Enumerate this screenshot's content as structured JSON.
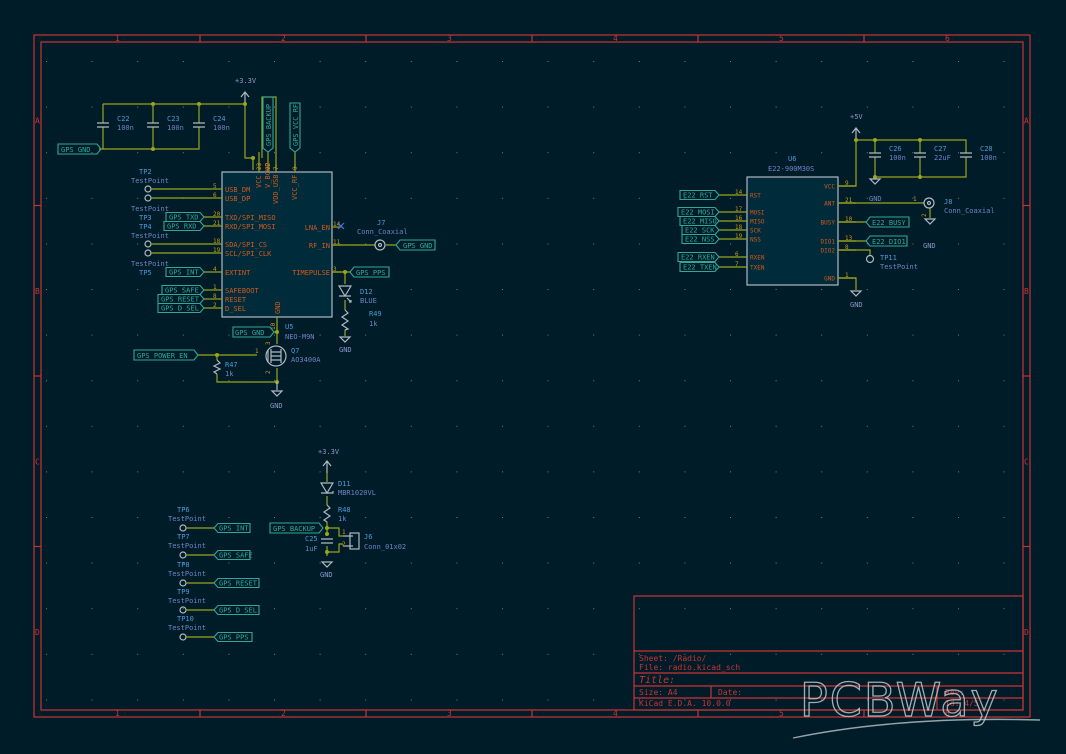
{
  "frame": {
    "columns": [
      "1",
      "2",
      "3",
      "4",
      "5",
      "6"
    ],
    "rows": [
      "A",
      "B",
      "C",
      "D"
    ]
  },
  "title_block": {
    "sheet": "Sheet: /Radio/",
    "file": "File: radio.kicad_sch",
    "title": "Title:",
    "size": "Size: A4",
    "date": "Date:",
    "rev": "Rev:",
    "kicad": "KiCad E.D.A. 10.0.0",
    "id": "Id: 4/5"
  },
  "watermark": "PCBWay",
  "gps": {
    "power_3v3": "+3.3V",
    "caps": [
      {
        "ref": "C22",
        "value": "100n"
      },
      {
        "ref": "C23",
        "value": "100n"
      },
      {
        "ref": "C24",
        "value": "100n"
      }
    ],
    "gps_gnd_label": "GPS_GND",
    "top_labels": [
      "GPS_BACKUP",
      "GPS_VCC_RF"
    ],
    "module": {
      "ref": "U5",
      "value": "NEO-M9N",
      "top_pins": [
        {
          "num": "23",
          "name": "VCC"
        },
        {
          "num": "22",
          "name": "V_BCKP"
        },
        {
          "num": "7",
          "name": "VDD_USB"
        },
        {
          "num": "9",
          "name": "VCC_RF"
        }
      ],
      "left_pins": [
        {
          "num": "5",
          "name": "USB_DM"
        },
        {
          "num": "6",
          "name": "USB_DP"
        },
        {
          "num": "20",
          "name": "TXD/SPI_MISO"
        },
        {
          "num": "21",
          "name": "RXD/SPI_MOSI"
        },
        {
          "num": "18",
          "name": "SDA/SPI_CS"
        },
        {
          "num": "19",
          "name": "SCL/SPI_CLK"
        },
        {
          "num": "4",
          "name": "EXTINT"
        },
        {
          "num": "1",
          "name": "SAFEBOOT"
        },
        {
          "num": "8",
          "name": "RESET"
        },
        {
          "num": "2",
          "name": "D_SEL"
        }
      ],
      "right_pins": [
        {
          "num": "14",
          "name": "LNA_EN"
        },
        {
          "num": "11",
          "name": "RF_IN"
        },
        {
          "num": "3",
          "name": "TIMEPULSE"
        }
      ],
      "bottom_pin": {
        "num": "10",
        "name": "GND"
      }
    },
    "testpoints_left": [
      {
        "ref": "TP2",
        "value": "TestPoint"
      },
      {
        "ref": "TP3",
        "value": "TestPoint"
      },
      {
        "ref": "TP4",
        "value": "TestPoint"
      },
      {
        "ref": "TP5",
        "value": "TestPoint"
      }
    ],
    "left_labels": [
      "GPS_TXD",
      "GPS_RXD",
      "GPS_INT",
      "GPS_SAFE",
      "GPS_RESET",
      "GPS_D_SEL"
    ],
    "antenna": {
      "ref": "J7",
      "value": "Conn_Coaxial",
      "label": "GPS_GND"
    },
    "pps_label": "GPS_PPS",
    "led": {
      "ref": "D12",
      "value": "BLUE"
    },
    "led_res": {
      "ref": "R49",
      "value": "1k"
    },
    "gnd": "GND",
    "switch_gnd_label": "GPS_GND",
    "power_en_label": "GPS_POWER_EN",
    "mosfet": {
      "ref": "Q7",
      "value": "AO3400A",
      "pins": [
        "1",
        "3",
        "2"
      ]
    },
    "gate_res": {
      "ref": "R47",
      "value": "1k"
    }
  },
  "backup": {
    "power_3v3": "+3.3V",
    "diode": {
      "ref": "D11",
      "value": "MBR1020VL"
    },
    "res": {
      "ref": "R48",
      "value": "1k"
    },
    "label": "GPS_BACKUP",
    "cap": {
      "ref": "C25",
      "value": "1uF"
    },
    "conn": {
      "ref": "J6",
      "value": "Conn_01x02",
      "pins": [
        "1",
        "2"
      ]
    },
    "gnd": "GND"
  },
  "testpoints_bottom": [
    {
      "ref": "TP6",
      "value": "TestPoint",
      "label": "GPS_INT"
    },
    {
      "ref": "TP7",
      "value": "TestPoint",
      "label": "GPS_SAFE"
    },
    {
      "ref": "TP8",
      "value": "TestPoint",
      "label": "GPS_RESET"
    },
    {
      "ref": "TP9",
      "value": "TestPoint",
      "label": "GPS_D_SEL"
    },
    {
      "ref": "TP10",
      "value": "TestPoint",
      "label": "GPS_PPS"
    }
  ],
  "lora": {
    "power_5v": "+5V",
    "caps": [
      {
        "ref": "C26",
        "value": "100n"
      },
      {
        "ref": "C27",
        "value": "22uF"
      },
      {
        "ref": "C28",
        "value": "100n"
      }
    ],
    "module": {
      "ref": "U6",
      "value": "E22-900M30S",
      "left_pins": [
        {
          "num": "14",
          "name": "RST",
          "label": "E22_RST"
        },
        {
          "num": "17",
          "name": "MOSI",
          "label": "E22_MOSI"
        },
        {
          "num": "16",
          "name": "MISO",
          "label": "E22_MISO"
        },
        {
          "num": "18",
          "name": "SCK",
          "label": "E22_SCK"
        },
        {
          "num": "19",
          "name": "NSS",
          "label": "E22_NSS"
        },
        {
          "num": "6",
          "name": "RXEN",
          "label": "E22_RXEN"
        },
        {
          "num": "7",
          "name": "TXEN",
          "label": "E22_TXEN"
        }
      ],
      "right_pins": [
        {
          "num": "9",
          "name": "VCC"
        },
        {
          "num": "21",
          "name": "ANT"
        },
        {
          "num": "10",
          "name": "BUSY"
        },
        {
          "num": "13",
          "name": "DIO1"
        },
        {
          "num": "8",
          "name": "DIO2"
        },
        {
          "num": "1",
          "name": "GND"
        }
      ]
    },
    "ant_net": "GND",
    "ant_conn": {
      "ref": "J8",
      "value": "Conn_Coaxial",
      "pins": [
        "1",
        "2"
      ]
    },
    "busy_label": "E22_BUSY",
    "dio1_label": "E22_DIO1",
    "tp": {
      "ref": "TP11",
      "value": "TestPoint"
    },
    "gnd": "GND"
  }
}
